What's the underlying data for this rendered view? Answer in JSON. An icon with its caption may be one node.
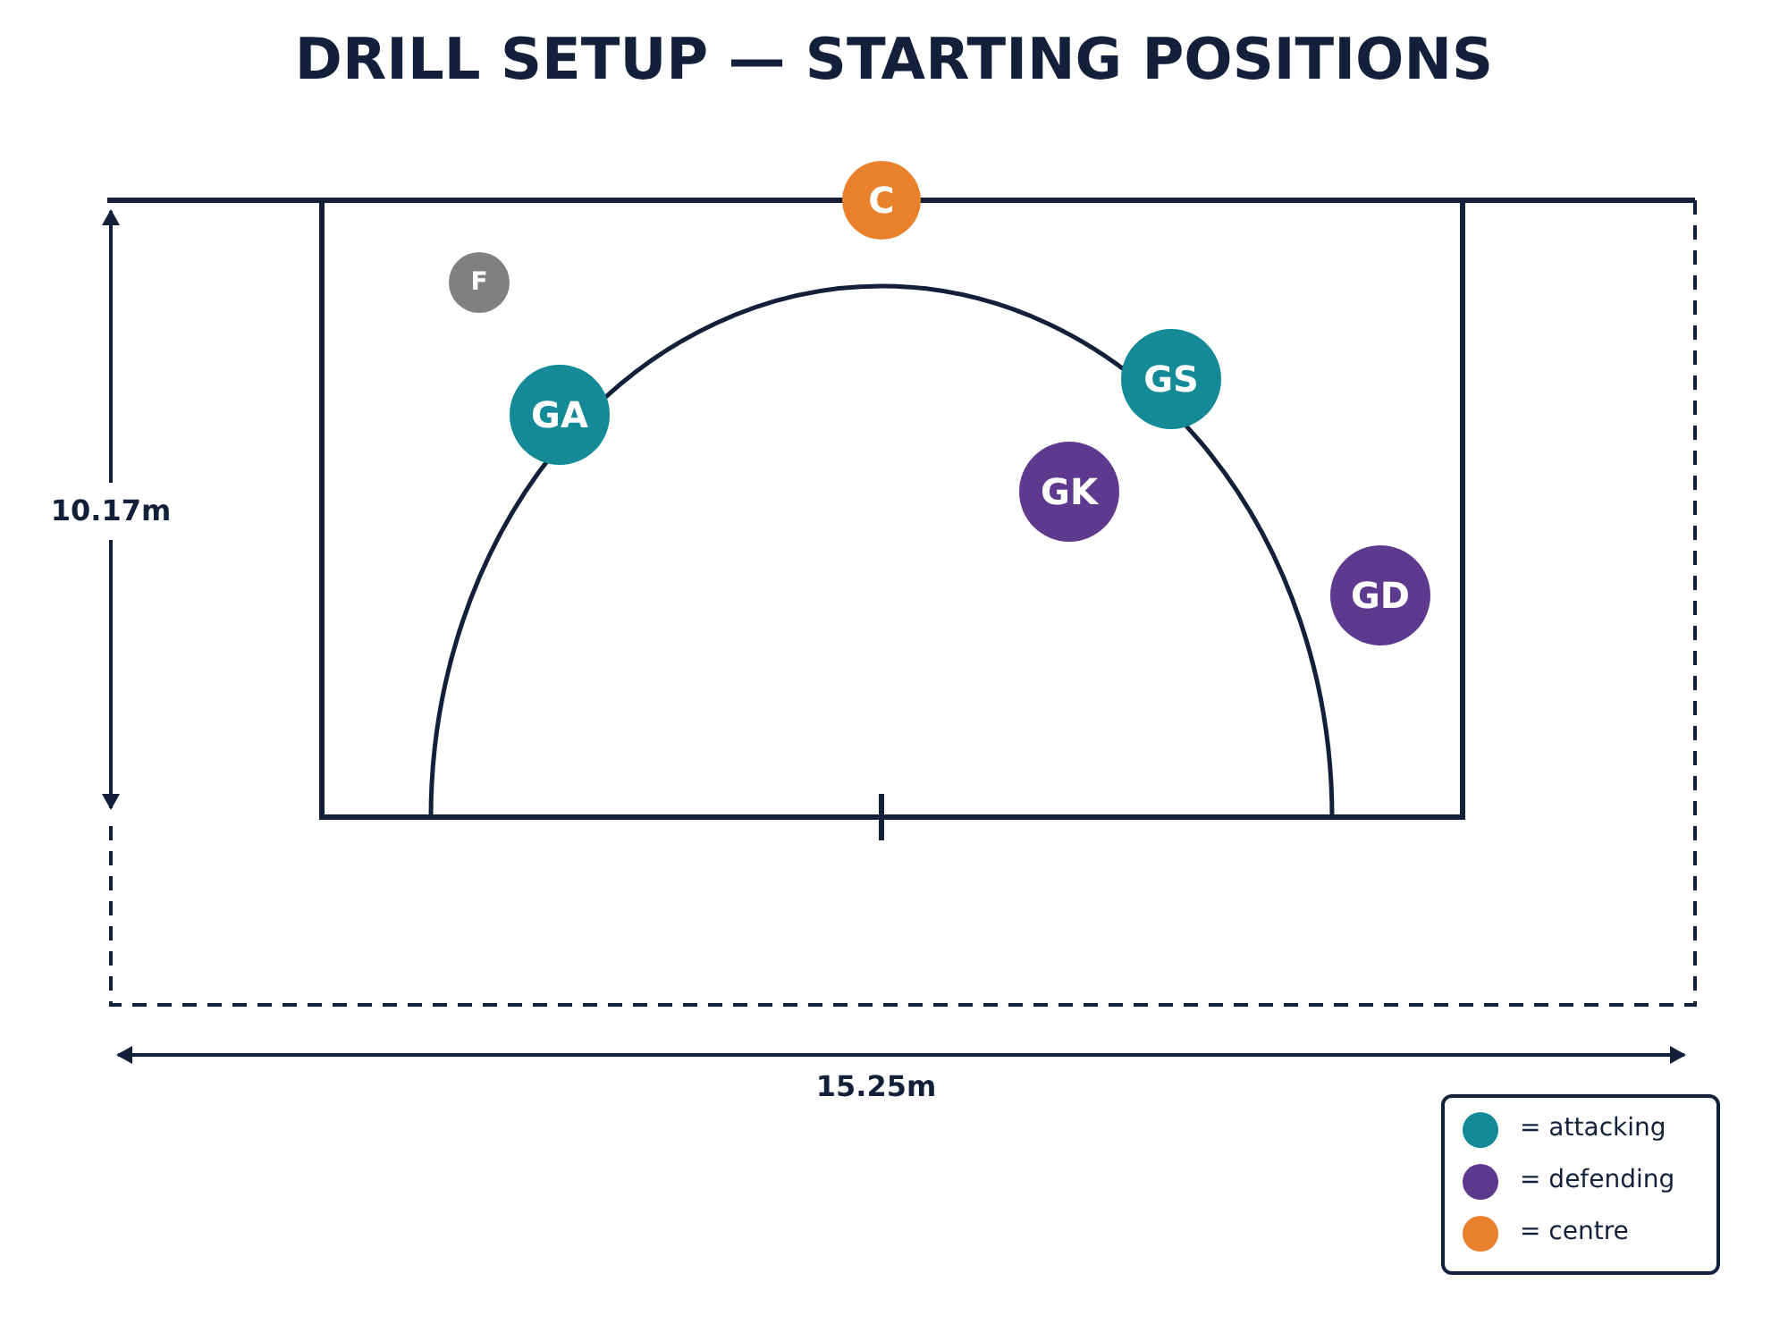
{
  "diagram": {
    "title": "DRILL SETUP — STARTING POSITIONS",
    "nodes": [
      {
        "text": [
          "C"
        ]
      },
      {
        "text": [
          "F"
        ]
      },
      {
        "text": [
          "GA"
        ]
      },
      {
        "text": [
          "GS"
        ]
      },
      {
        "text": [
          "GK"
        ]
      },
      {
        "text": [
          "GD"
        ]
      }
    ],
    "edges": [],
    "labels": [
      "10.17m",
      "15.25m"
    ],
    "legend": [
      {
        "text": "= attacking",
        "color": "#138a96"
      },
      {
        "text": "= defending",
        "color": "#5e3a8f"
      },
      {
        "text": "= centre",
        "color": "#e8802c"
      }
    ]
  }
}
